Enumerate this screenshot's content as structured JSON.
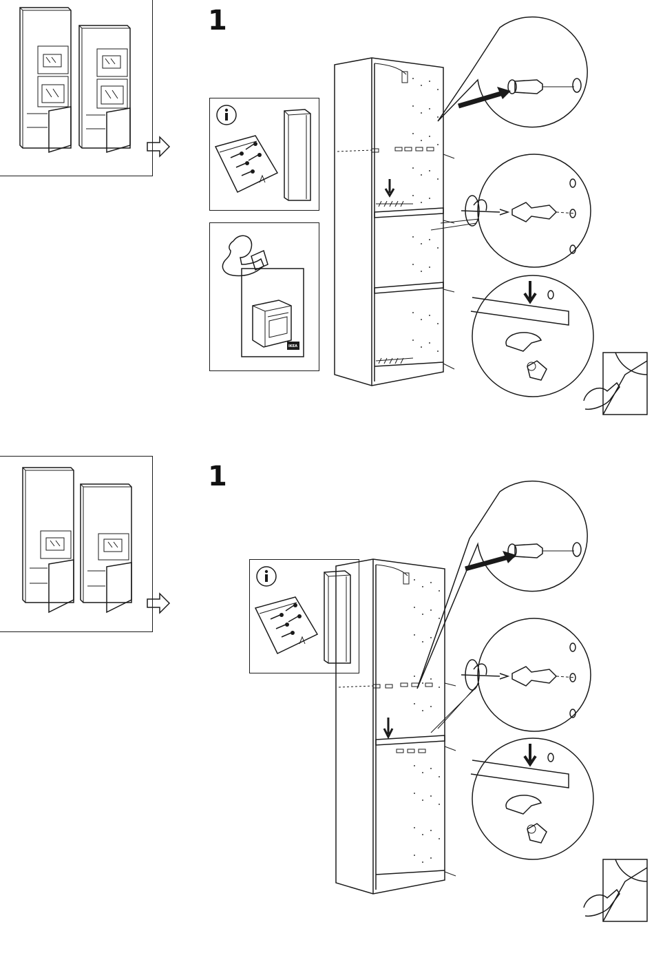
{
  "page": {
    "title": ""
  },
  "steps": [
    {
      "id": "top",
      "step_number": "1",
      "variant": "tall cabinet with oven and microwave, two shelves and bottom",
      "info_icon": "info-icon",
      "reference_icon": "manual-reference-icon",
      "brand_mark": "IKEA",
      "continue_icon": "page-turn-icon"
    },
    {
      "id": "bottom",
      "step_number": "1",
      "variant": "tall cabinet with microwave, one shelf",
      "info_icon": "info-icon",
      "continue_icon": "page-turn-icon"
    }
  ],
  "icons": {
    "arrow_right": "hollow-arrow-right-icon",
    "info": "info-icon",
    "page_turn": "page-turn-icon"
  },
  "colors": {
    "line": "#1a1a1a",
    "background": "#ffffff"
  }
}
